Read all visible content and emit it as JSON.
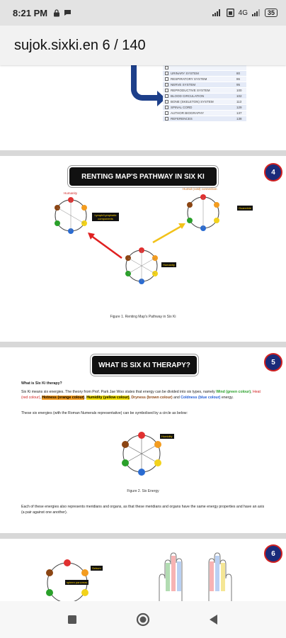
{
  "status": {
    "time": "8:21 PM",
    "network": "4G",
    "battery": "35"
  },
  "header": {
    "title": "sujok.sixki.en 6 / 140"
  },
  "toc": {
    "rows": [
      {
        "name": "",
        "num": ""
      },
      {
        "name": "URINARY SYSTEM",
        "num": "80"
      },
      {
        "name": "RESPIRATORY SYSTEM",
        "num": "86"
      },
      {
        "name": "NERVE SYSTEM",
        "num": "95"
      },
      {
        "name": "REPRODUCTIVE SYSTEM",
        "num": "100"
      },
      {
        "name": "BLOOD CIRCULATION",
        "num": "102"
      },
      {
        "name": "BONE (SKELETON) SYSTEM",
        "num": "113"
      },
      {
        "name": "SPINAL CORD",
        "num": "129"
      },
      {
        "name": "AUTHOR BIOGRAPHY",
        "num": "137"
      },
      {
        "name": "REFERENCES",
        "num": "138"
      }
    ]
  },
  "page4": {
    "banner": "RENTING MAP'S PATHWAY IN SIX KI",
    "page_number": "4",
    "caption": "Figure 1. Renting Map's Pathway in Six Ki",
    "labels": {
      "left_top": "Humanity",
      "left_tag": "Lymph/Lymphatic components",
      "right_top": "Humid (cold) connection",
      "right_tag": "Guanxinie",
      "bottom_tag": "Humanity"
    }
  },
  "page5": {
    "banner": "WHAT IS SIX KI THERAPY?",
    "page_number": "5",
    "question": "What is Six Ki therapy?",
    "para1_a": "Six Ki means six energies. The theory from Prof. Park Jae Woo states that energy can be divided into six types, namely",
    "wind": "Wind (green colour)",
    "heat": "Heat (red colour)",
    "hotness": "Hotness (orange colour)",
    "humidity": "Humidity (yellow colour)",
    "dryness": "Dryness (brown colour)",
    "and": "and",
    "coldness": "Coldness (blue colour)",
    "energy_end": "energy.",
    "para2": "These six energies (with the Roman Numerals representative) can be symbolised by a circle as below:",
    "figure_tag": "Humidity",
    "caption": "Figure 2. Six Energy",
    "para3": "Each of these energies also represents meridians and organs, as that these meridians and organs have the same energy properties and have an axis (a pair against one another)."
  },
  "page6": {
    "page_number": "6",
    "tags": [
      "Sebum",
      "spleen pancreas"
    ]
  },
  "colors": {
    "banner_bg": "#111111",
    "page_badge": "#1a2b7a",
    "toc_arrow": "#1d3f8a",
    "red_arrow": "#e02020",
    "yellow_arrow": "#f2c21a"
  }
}
